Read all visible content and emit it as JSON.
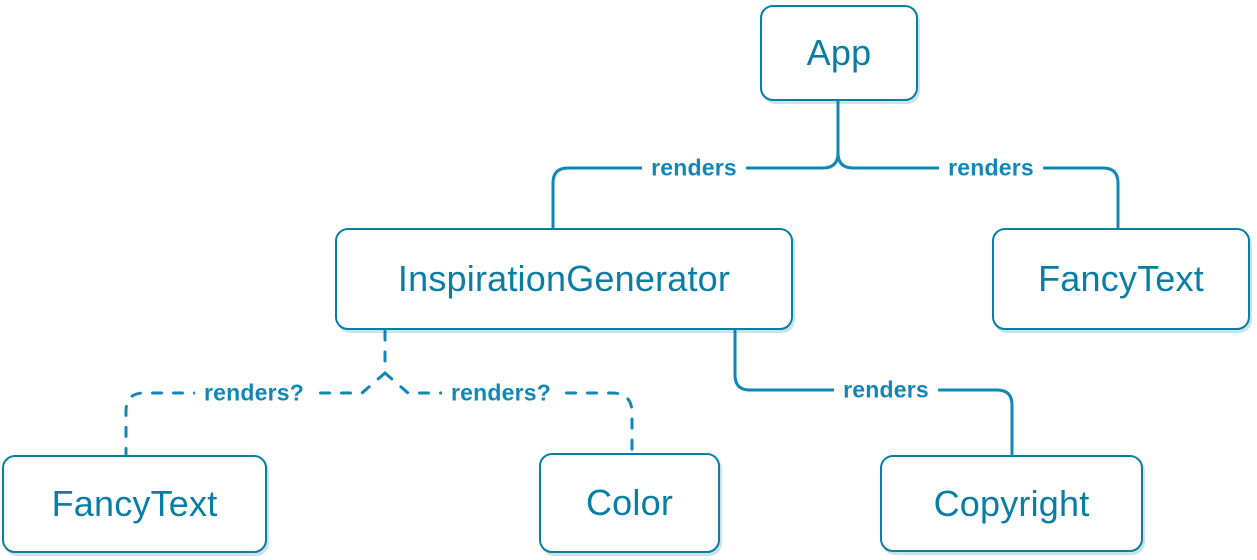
{
  "diagram": {
    "nodes": {
      "app": {
        "label": "App"
      },
      "inspiration_generator": {
        "label": "InspirationGenerator"
      },
      "fancy_text_top": {
        "label": "FancyText"
      },
      "fancy_text_bottom": {
        "label": "FancyText"
      },
      "color": {
        "label": "Color"
      },
      "copyright": {
        "label": "Copyright"
      }
    },
    "edges": {
      "app_to_inspiration_generator": {
        "label": "renders",
        "style": "solid"
      },
      "app_to_fancy_text": {
        "label": "renders",
        "style": "solid"
      },
      "inspiration_generator_to_fancy_text": {
        "label": "renders?",
        "style": "dashed"
      },
      "inspiration_generator_to_color": {
        "label": "renders?",
        "style": "dashed"
      },
      "inspiration_generator_to_copyright": {
        "label": "renders",
        "style": "solid"
      }
    },
    "colors": {
      "accent": "#087ea4",
      "line": "#1187b8",
      "node_bg": "#ffffff",
      "background": "#ffffff"
    }
  }
}
